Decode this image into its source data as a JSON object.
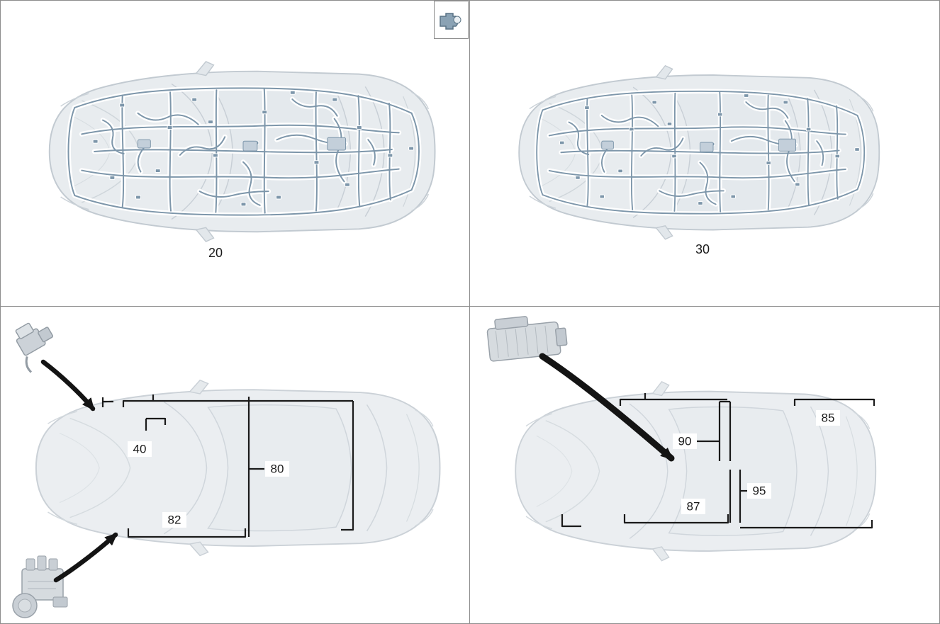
{
  "diagram": {
    "panels": {
      "top_left": {
        "harness_label": "20"
      },
      "top_right": {
        "harness_label": "30"
      },
      "bottom_left": {
        "labels": {
          "l40": "40",
          "l80": "80",
          "l82": "82"
        }
      },
      "bottom_right": {
        "labels": {
          "l85": "85",
          "l90": "90",
          "l95": "95",
          "l87": "87"
        }
      }
    },
    "legend": {
      "icon": "harness-connector-icon"
    },
    "colors": {
      "callout_line": "#1a1a1a",
      "harness_wire": "#7d96aa",
      "car_body_fill": "#e8ecef",
      "panel_border": "#8c8c8c"
    }
  }
}
